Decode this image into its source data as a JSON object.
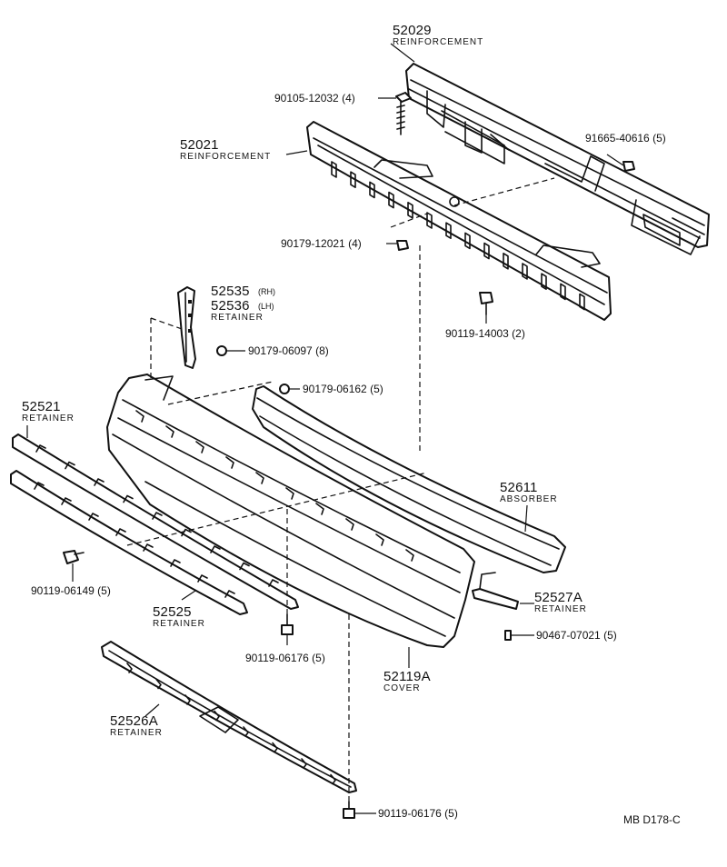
{
  "parts": {
    "p52029": {
      "number": "52029",
      "name": "REINFORCEMENT"
    },
    "p52021": {
      "number": "52021",
      "name": "REINFORCEMENT"
    },
    "p52535": {
      "number": "52535",
      "side": "(RH)"
    },
    "p52536": {
      "number": "52536",
      "side": "(LH)",
      "name": "RETAINER"
    },
    "p52521": {
      "number": "52521",
      "name": "RETAINER"
    },
    "p52611": {
      "number": "52611",
      "name": "ABSORBER"
    },
    "p52525": {
      "number": "52525",
      "name": "RETAINER"
    },
    "p52527A": {
      "number": "52527A",
      "name": "RETAINER"
    },
    "p52119A": {
      "number": "52119A",
      "name": "COVER"
    },
    "p52526A": {
      "number": "52526A",
      "name": "RETAINER"
    }
  },
  "fasteners": {
    "f90105_12032": "90105-12032 (4)",
    "f91665_40616": "91665-40616 (5)",
    "f90179_12021": "90179-12021 (4)",
    "f90119_14003": "90119-14003 (2)",
    "f90179_06097": "90179-06097 (8)",
    "f90179_06162": "90179-06162 (5)",
    "f90119_06149": "90119-06149 (5)",
    "f90119_06176a": "90119-06176 (5)",
    "f90467_07021": "90467-07021 (5)",
    "f90119_06176b": "90119-06176 (5)"
  },
  "diagram_code": "MB  D178-C"
}
